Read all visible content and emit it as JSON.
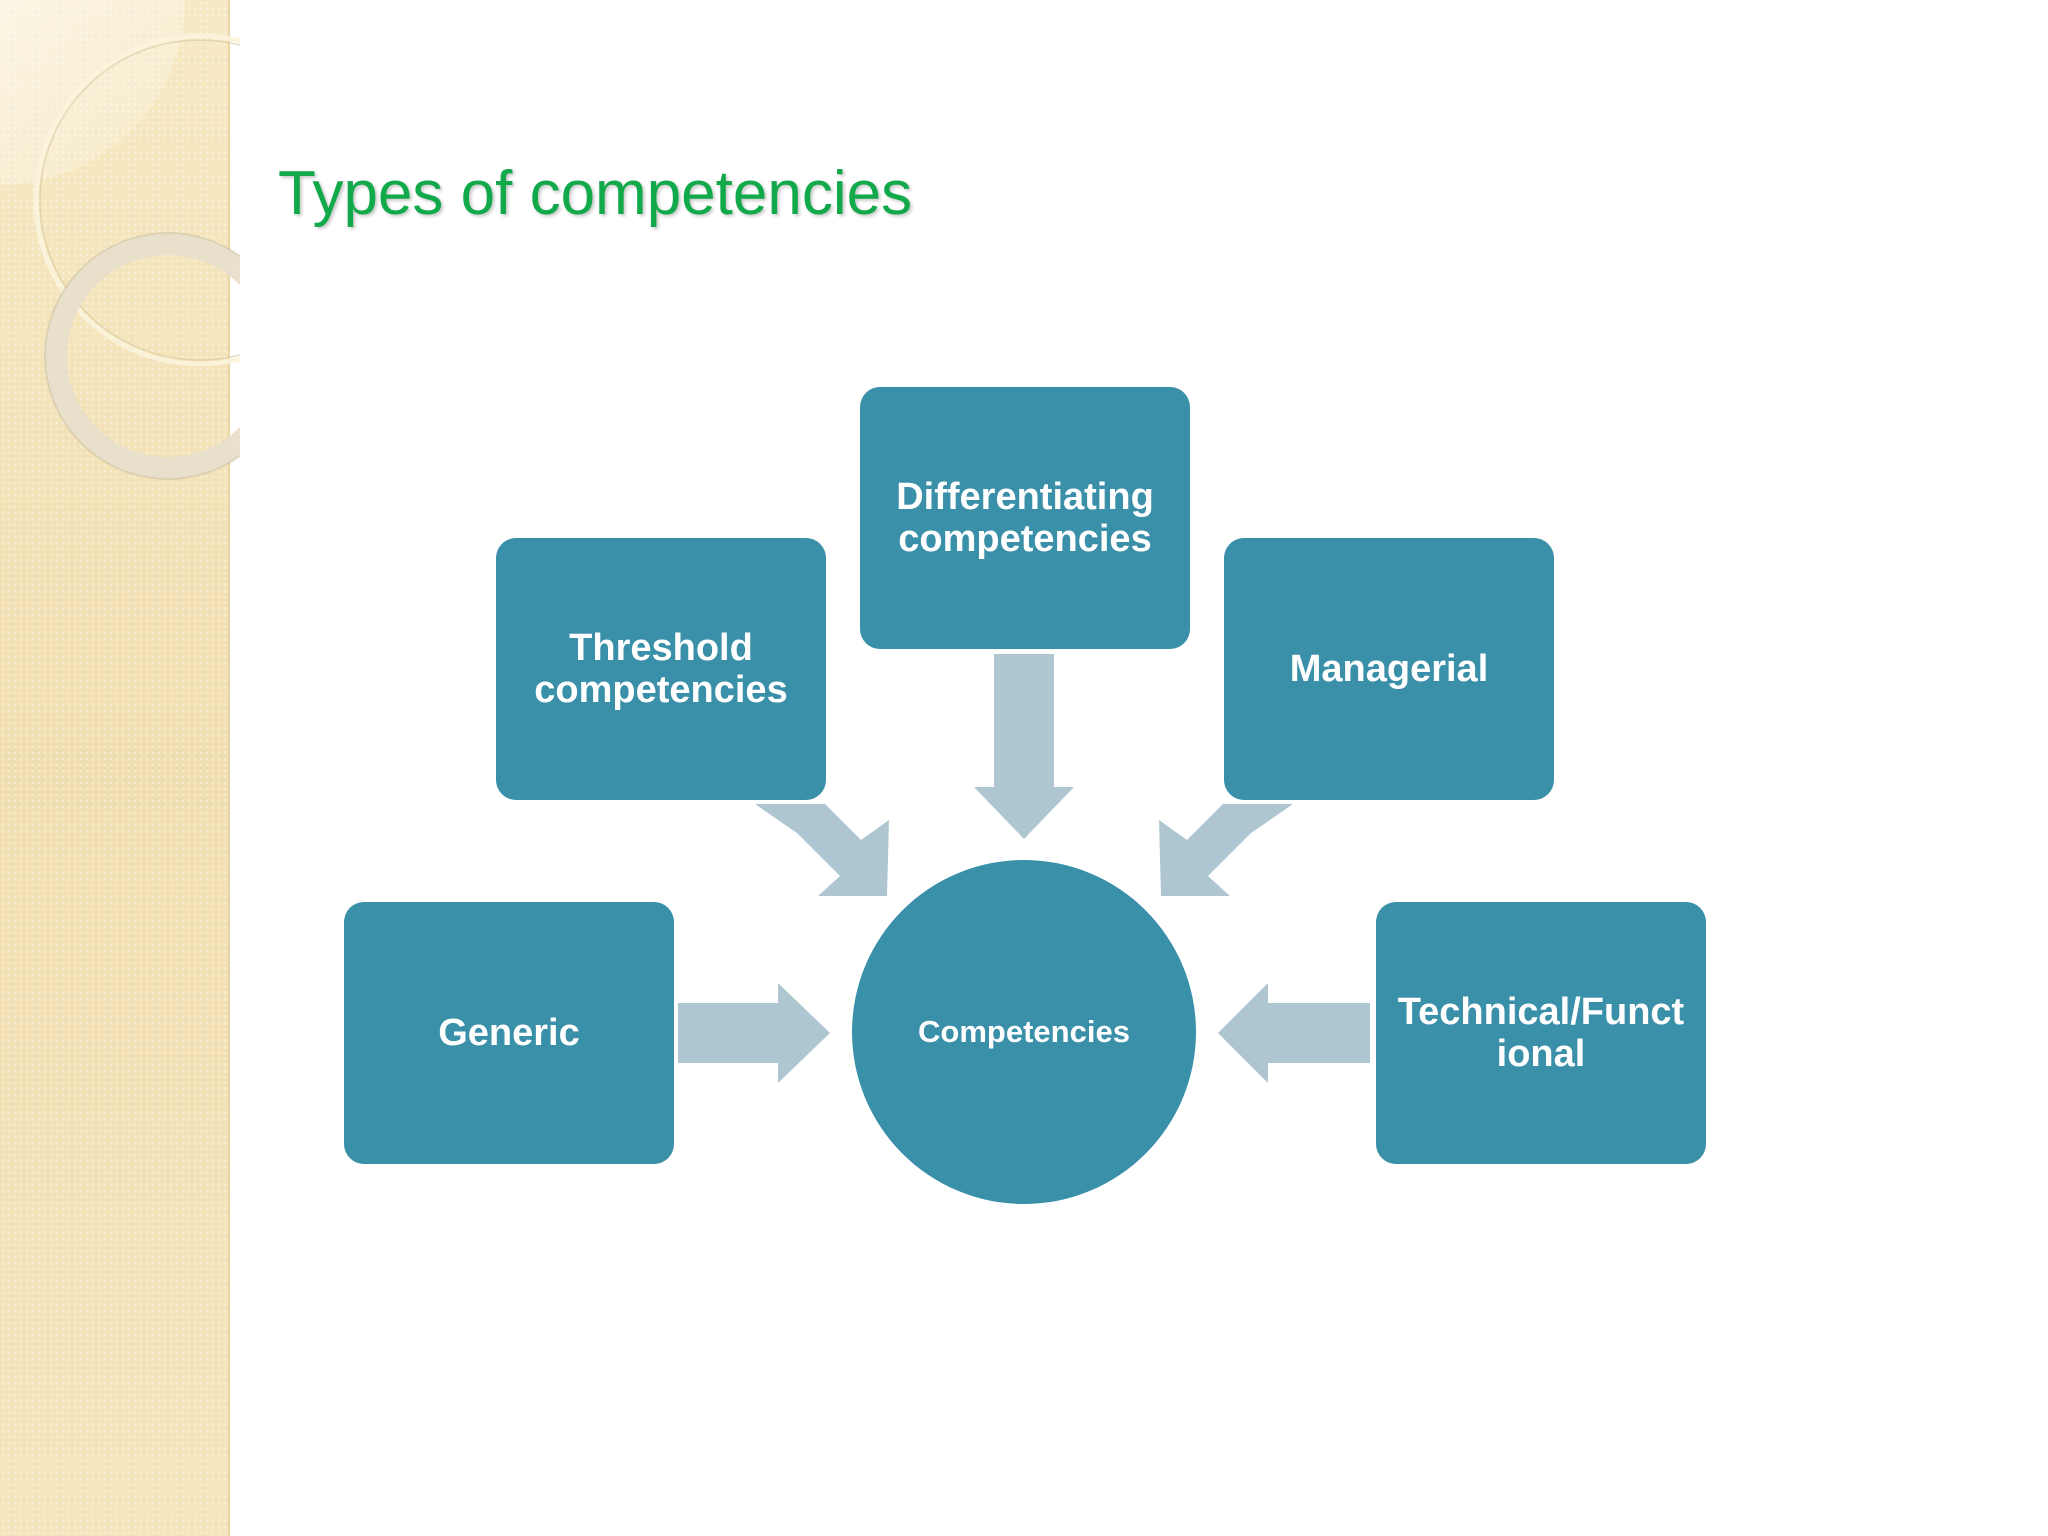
{
  "slide": {
    "title": "Types of competencies",
    "colors": {
      "title": "#12a94a",
      "node_fill": "#3a8fa9",
      "arrow_fill": "#aec6d0",
      "side_panel": "#f3e2b6"
    }
  },
  "diagram": {
    "center": {
      "label": "Competencies"
    },
    "nodes": [
      {
        "id": "threshold",
        "label": "Threshold competencies"
      },
      {
        "id": "differentiating",
        "label": "Differentiating competencies"
      },
      {
        "id": "managerial",
        "label": "Managerial"
      },
      {
        "id": "generic",
        "label": "Generic"
      },
      {
        "id": "technical",
        "label": "Technical/Funct ional"
      }
    ],
    "edges": [
      {
        "from": "generic",
        "to": "center"
      },
      {
        "from": "threshold",
        "to": "center"
      },
      {
        "from": "differentiating",
        "to": "center"
      },
      {
        "from": "managerial",
        "to": "center"
      },
      {
        "from": "technical",
        "to": "center"
      }
    ]
  }
}
